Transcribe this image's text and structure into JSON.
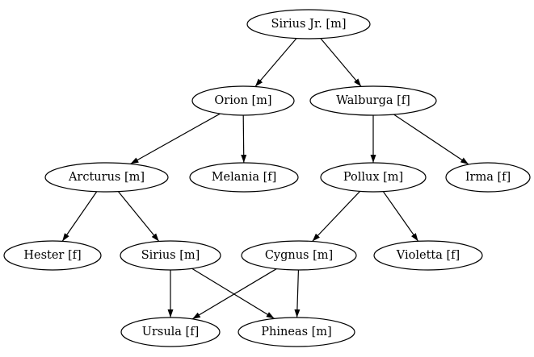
{
  "graph": {
    "nodes": {
      "sirius_jr": "Sirius Jr. [m]",
      "orion": "Orion [m]",
      "walburga": "Walburga [f]",
      "arcturus": "Arcturus [m]",
      "melania": "Melania [f]",
      "pollux": "Pollux [m]",
      "irma": "Irma [f]",
      "hester": "Hester [f]",
      "sirius": "Sirius [m]",
      "cygnus": "Cygnus [m]",
      "violetta": "Violetta [f]",
      "ursula": "Ursula [f]",
      "phineas": "Phineas [m]"
    },
    "edges": [
      [
        "sirius_jr",
        "orion"
      ],
      [
        "sirius_jr",
        "walburga"
      ],
      [
        "orion",
        "arcturus"
      ],
      [
        "orion",
        "melania"
      ],
      [
        "walburga",
        "pollux"
      ],
      [
        "walburga",
        "irma"
      ],
      [
        "arcturus",
        "hester"
      ],
      [
        "arcturus",
        "sirius"
      ],
      [
        "pollux",
        "cygnus"
      ],
      [
        "pollux",
        "violetta"
      ],
      [
        "sirius",
        "ursula"
      ],
      [
        "sirius",
        "phineas"
      ],
      [
        "cygnus",
        "ursula"
      ],
      [
        "cygnus",
        "phineas"
      ]
    ]
  }
}
